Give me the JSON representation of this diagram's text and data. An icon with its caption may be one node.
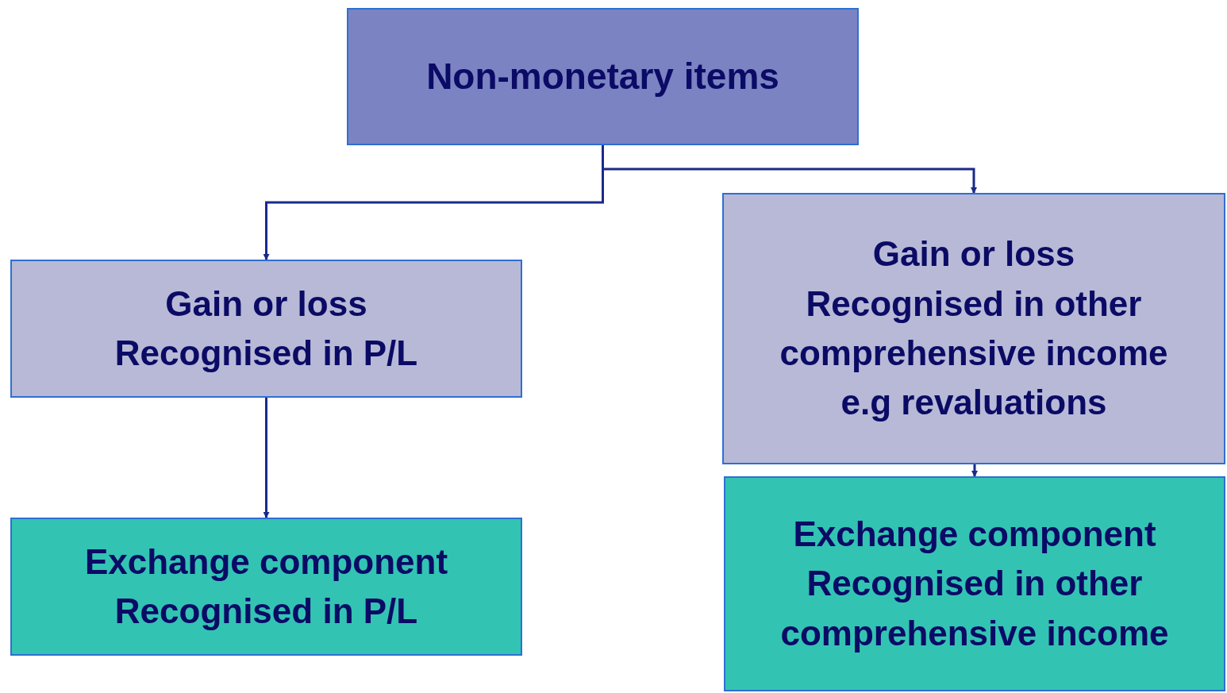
{
  "diagram": {
    "nodes": [
      {
        "text": [
          "Non-monetary items"
        ]
      },
      {
        "text": [
          "Gain or loss",
          "Recognised in P/L"
        ]
      },
      {
        "text": [
          "Gain or loss",
          "Recognised in other comprehensive income e.g revaluations"
        ]
      },
      {
        "text": [
          "Exchange component",
          "Recognised in P/L"
        ]
      },
      {
        "text": [
          "Exchange component",
          "Recognised in other comprehensive income"
        ]
      }
    ],
    "edges": [
      {
        "from": 0,
        "to": 1,
        "arrow": "to"
      },
      {
        "from": 0,
        "to": 2,
        "arrow": "to"
      },
      {
        "from": 1,
        "to": 3,
        "arrow": "to"
      },
      {
        "from": 2,
        "to": 4,
        "arrow": "to"
      }
    ]
  }
}
